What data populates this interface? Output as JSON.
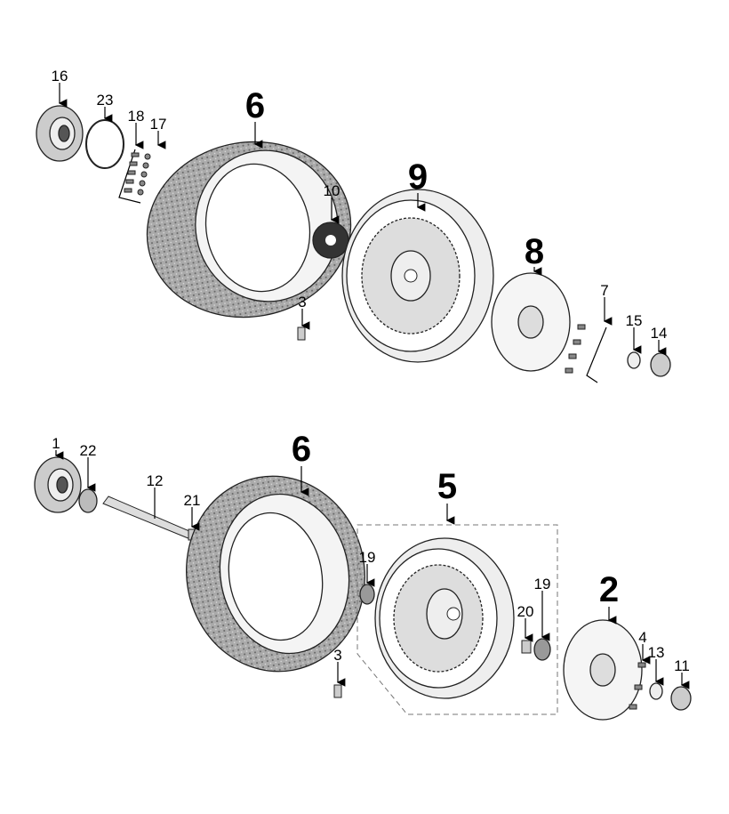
{
  "labels": {
    "p16": "16",
    "p23": "23",
    "p18": "18",
    "p17": "17",
    "p6a": "6",
    "p10": "10",
    "p9": "9",
    "p8": "8",
    "p7": "7",
    "p3a": "3",
    "p15": "15",
    "p14": "14",
    "p1": "1",
    "p22": "22",
    "p12": "12",
    "p21": "21",
    "p6b": "6",
    "p5": "5",
    "p19a": "19",
    "p19b": "19",
    "p20": "20",
    "p2": "2",
    "p4": "4",
    "p13": "13",
    "p11": "11",
    "p3b": "3"
  }
}
